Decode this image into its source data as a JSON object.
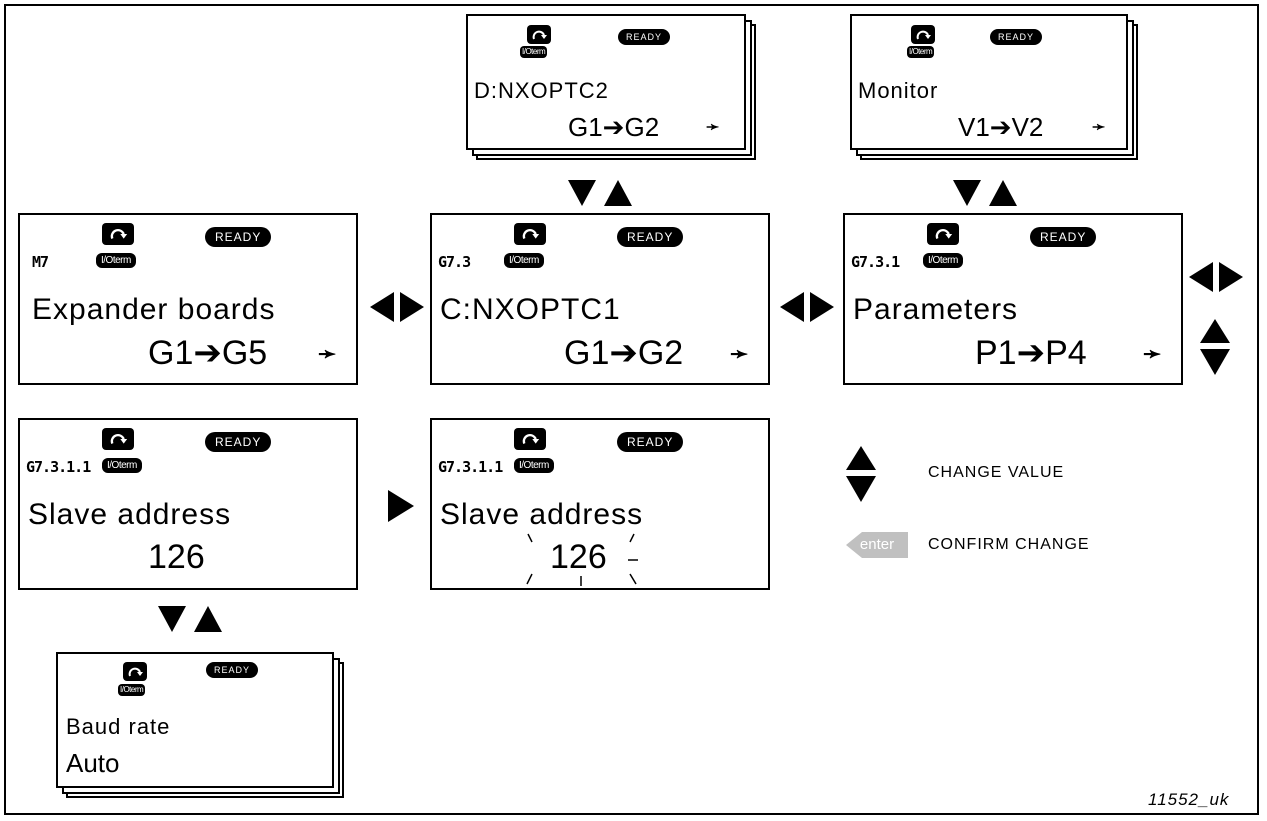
{
  "labels": {
    "iot": "I/Oterm",
    "ready": "READY",
    "pointer": "➛"
  },
  "panels": {
    "expander": {
      "code": "M7",
      "title": "Expander boards",
      "value": "G1➔G5"
    },
    "nxoptc1": {
      "code": "G7.3",
      "title": "C:NXOPTC1",
      "value": "G1➔G2"
    },
    "nxoptc2": {
      "title": "D:NXOPTC2",
      "value": "G1➔G2"
    },
    "parameters": {
      "code": "G7.3.1",
      "title": "Parameters",
      "value": "P1➔P4"
    },
    "monitor": {
      "title": "Monitor",
      "value": "V1➔V2"
    },
    "slave1": {
      "code": "G7.3.1.1",
      "title": "Slave address",
      "value": "126"
    },
    "slave2": {
      "code": "G7.3.1.1",
      "title": "Slave address",
      "value": "126"
    },
    "baud": {
      "title": "Baud rate",
      "value": "Auto"
    }
  },
  "legend": {
    "change_value": "CHANGE VALUE",
    "enter_key": "enter",
    "confirm_change": "CONFIRM CHANGE"
  },
  "figure_id": "11552_uk"
}
